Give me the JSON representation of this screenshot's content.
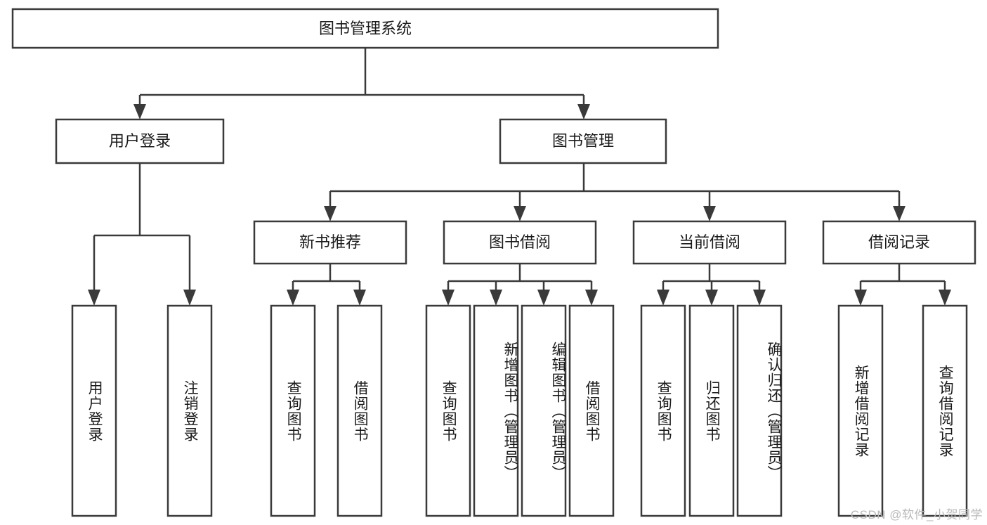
{
  "diagram": {
    "type": "tree-hierarchy",
    "title": "图书管理系统",
    "root": {
      "id": "root",
      "label": "图书管理系统",
      "orientation": "horizontal"
    },
    "level2": [
      {
        "id": "user-login",
        "label": "用户登录",
        "orientation": "horizontal"
      },
      {
        "id": "book-manage",
        "label": "图书管理",
        "orientation": "horizontal"
      }
    ],
    "level3": [
      {
        "id": "new-book-recommend",
        "label": "新书推荐",
        "parent": "book-manage",
        "orientation": "horizontal"
      },
      {
        "id": "book-borrow",
        "label": "图书借阅",
        "parent": "book-manage",
        "orientation": "horizontal"
      },
      {
        "id": "current-borrow",
        "label": "当前借阅",
        "parent": "book-manage",
        "orientation": "horizontal"
      },
      {
        "id": "borrow-record",
        "label": "借阅记录",
        "parent": "book-manage",
        "orientation": "horizontal"
      }
    ],
    "leaves": [
      {
        "id": "leaf-user-login",
        "label": "用户登录",
        "parent": "user-login",
        "orientation": "vertical"
      },
      {
        "id": "leaf-logout-login",
        "label": "注销登录",
        "parent": "user-login",
        "orientation": "vertical"
      },
      {
        "id": "leaf-query-book-1",
        "label": "查询图书",
        "parent": "new-book-recommend",
        "orientation": "vertical"
      },
      {
        "id": "leaf-borrow-book-1",
        "label": "借阅图书",
        "parent": "new-book-recommend",
        "orientation": "vertical"
      },
      {
        "id": "leaf-query-book-2",
        "label": "查询图书",
        "parent": "book-borrow",
        "orientation": "vertical"
      },
      {
        "id": "leaf-add-book",
        "label": "新增图书（管理员）",
        "parent": "book-borrow",
        "orientation": "vertical"
      },
      {
        "id": "leaf-edit-book",
        "label": "编辑图书（管理员）",
        "parent": "book-borrow",
        "orientation": "vertical"
      },
      {
        "id": "leaf-borrow-book-2",
        "label": "借阅图书",
        "parent": "book-borrow",
        "orientation": "vertical"
      },
      {
        "id": "leaf-query-book-3",
        "label": "查询图书",
        "parent": "current-borrow",
        "orientation": "vertical"
      },
      {
        "id": "leaf-return-book",
        "label": "归还图书",
        "parent": "current-borrow",
        "orientation": "vertical"
      },
      {
        "id": "leaf-confirm-return",
        "label": "确认归还（管理员）",
        "parent": "current-borrow",
        "orientation": "vertical"
      },
      {
        "id": "leaf-add-record",
        "label": "新增借阅记录",
        "parent": "borrow-record",
        "orientation": "vertical"
      },
      {
        "id": "leaf-query-record",
        "label": "查询借阅记录",
        "parent": "borrow-record",
        "orientation": "vertical"
      }
    ],
    "watermark": "CSDN @软件_小贺同学",
    "colors": {
      "stroke": "#3a3a3a",
      "fill": "#ffffff",
      "text": "#1a1a1a",
      "watermark": "#b9b9b9"
    }
  }
}
